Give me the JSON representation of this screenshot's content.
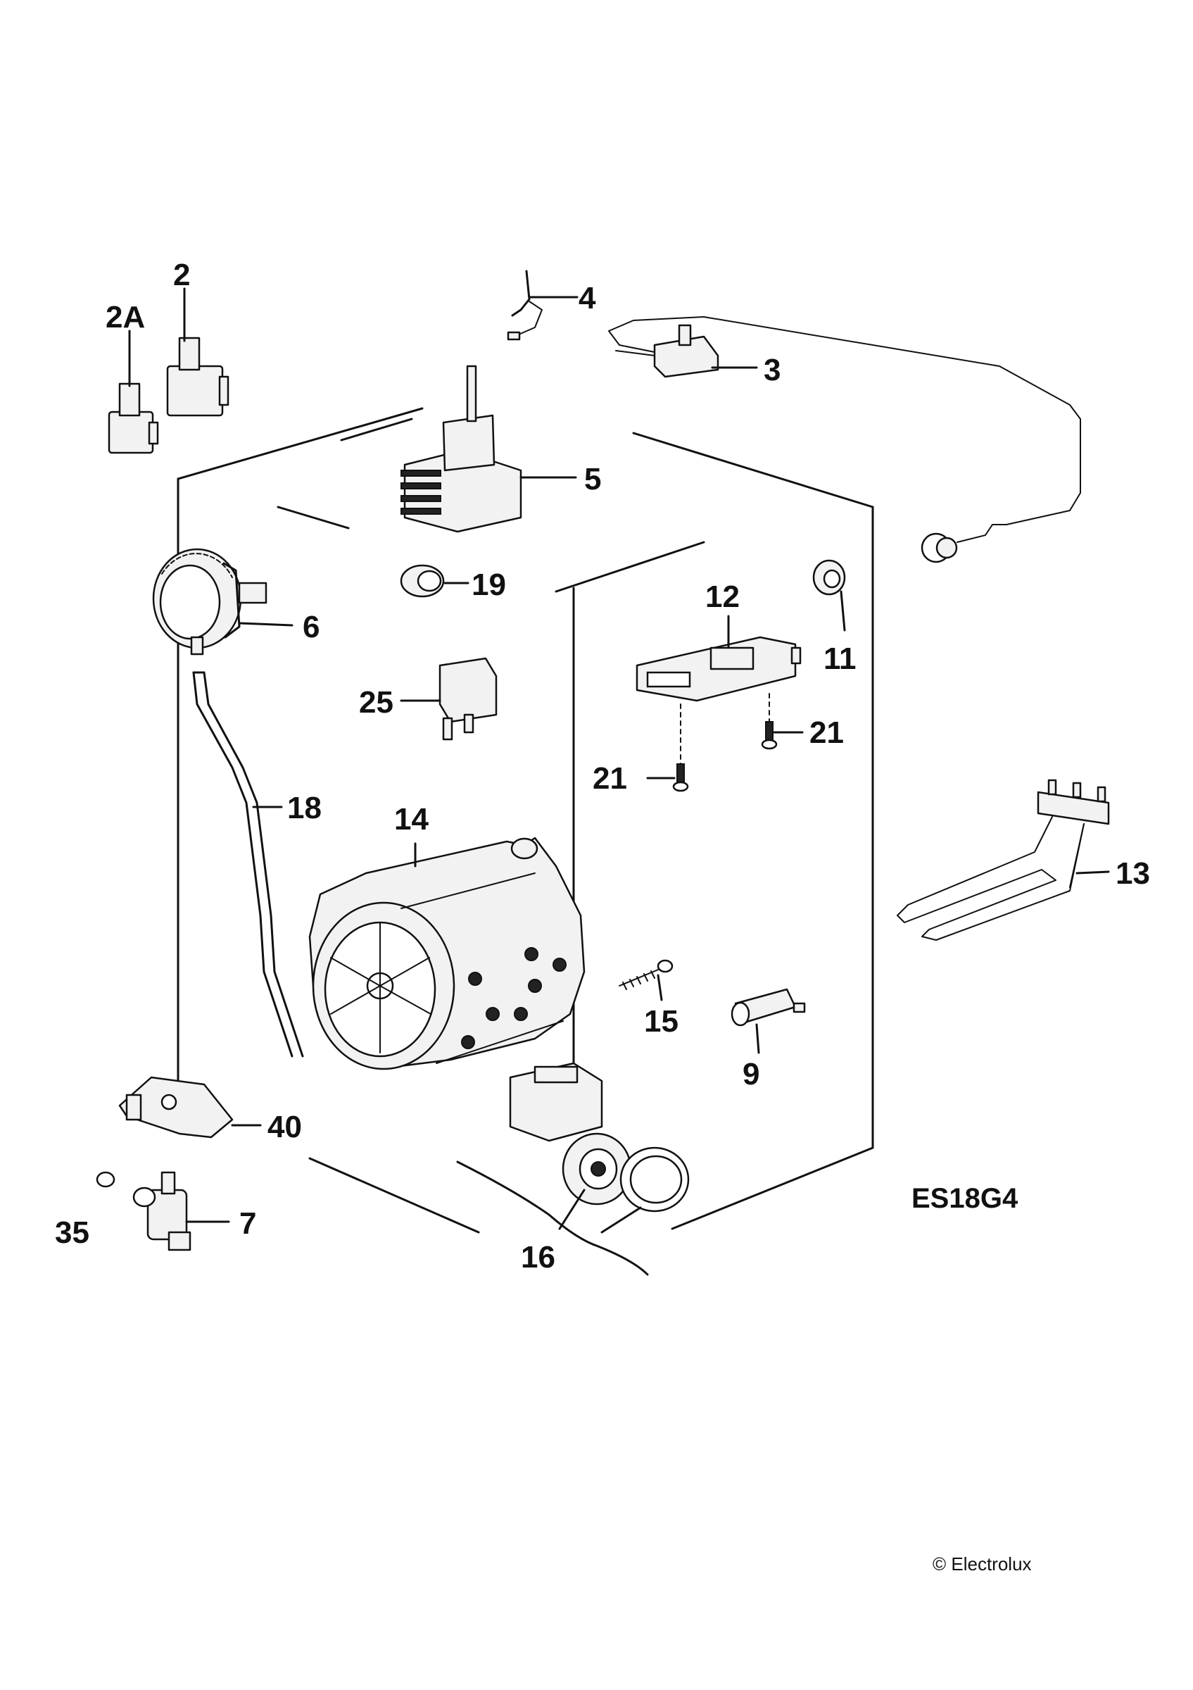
{
  "diagram": {
    "code": "ES18G4",
    "copyright": "© Electrolux",
    "callouts": [
      {
        "id": "2A",
        "text": "2A"
      },
      {
        "id": "2",
        "text": "2"
      },
      {
        "id": "4",
        "text": "4"
      },
      {
        "id": "3",
        "text": "3"
      },
      {
        "id": "5",
        "text": "5"
      },
      {
        "id": "6",
        "text": "6"
      },
      {
        "id": "19",
        "text": "19"
      },
      {
        "id": "11",
        "text": "11"
      },
      {
        "id": "12",
        "text": "12"
      },
      {
        "id": "25",
        "text": "25"
      },
      {
        "id": "21a",
        "text": "21"
      },
      {
        "id": "21b",
        "text": "21"
      },
      {
        "id": "18",
        "text": "18"
      },
      {
        "id": "14",
        "text": "14"
      },
      {
        "id": "13",
        "text": "13"
      },
      {
        "id": "15",
        "text": "15"
      },
      {
        "id": "9",
        "text": "9"
      },
      {
        "id": "40",
        "text": "40"
      },
      {
        "id": "35",
        "text": "35"
      },
      {
        "id": "7",
        "text": "7"
      },
      {
        "id": "16",
        "text": "16"
      }
    ]
  }
}
